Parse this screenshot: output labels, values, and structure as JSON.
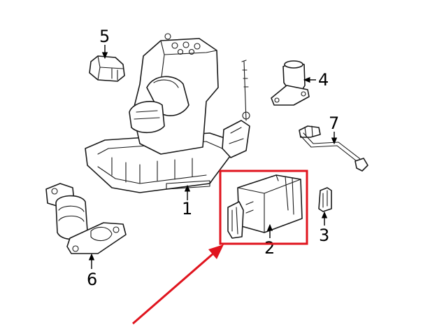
{
  "callouts": {
    "one": "1",
    "two": "2",
    "three": "3",
    "four": "4",
    "five": "5",
    "six": "6",
    "seven": "7"
  },
  "highlight": {
    "color": "#e0141e",
    "target_callout": "2"
  },
  "line_color": "#1a1a1a",
  "background": "#ffffff"
}
